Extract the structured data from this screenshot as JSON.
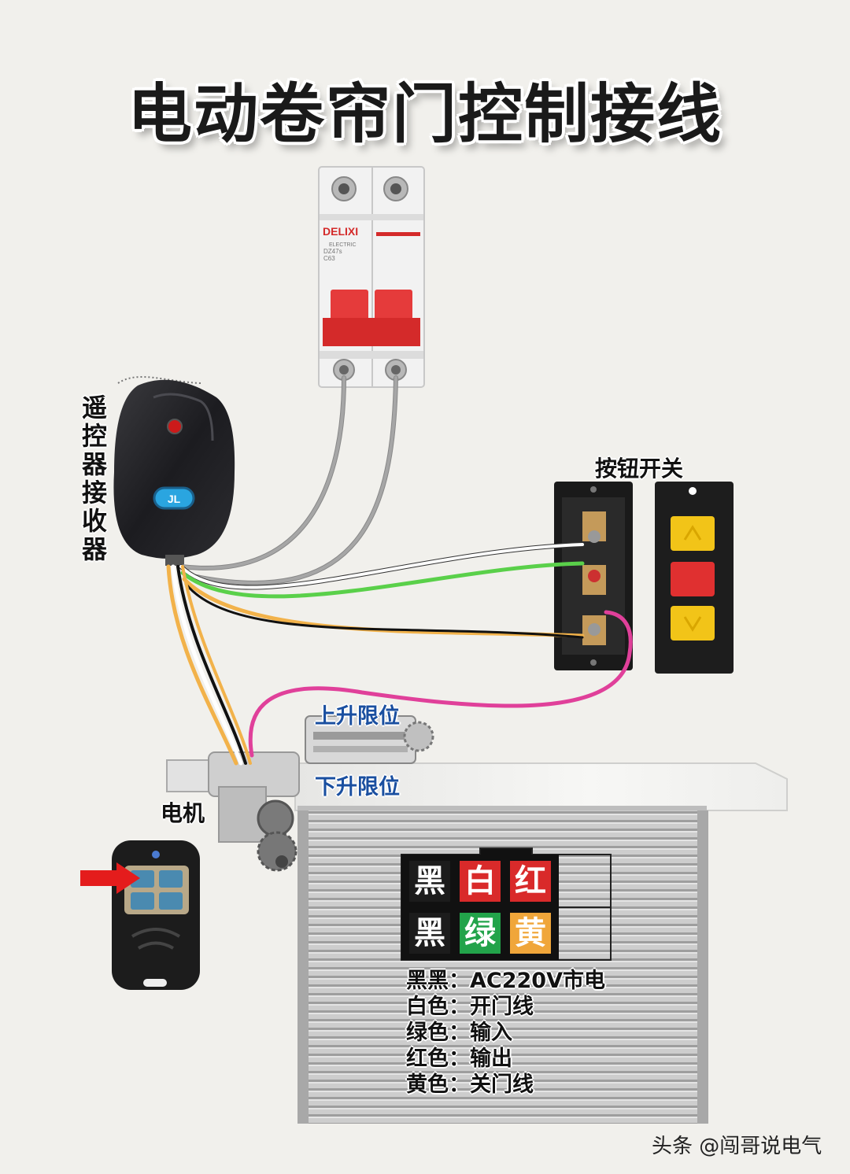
{
  "title": "电动卷帘门控制接线",
  "labels": {
    "receiver": [
      "遥",
      "控",
      "器",
      "接",
      "收",
      "器"
    ],
    "button_switch": "按钮开关",
    "upper_limit": "上升限位",
    "lower_limit": "下升限位",
    "motor": "电机"
  },
  "breaker": {
    "brand": "DELIXI",
    "sub": "ELECTRIC",
    "model": "DZ47s",
    "rating": "C63"
  },
  "receiver_badge": "JL",
  "color_grid": {
    "row1": [
      {
        "text": "黑",
        "color": "#1c1c1c"
      },
      {
        "text": "白",
        "color": "#d92a2a"
      },
      {
        "text": "红",
        "color": "#d92a2a"
      }
    ],
    "row2": [
      {
        "text": "黑",
        "color": "#1c1c1c"
      },
      {
        "text": "绿",
        "color": "#22a34a"
      },
      {
        "text": "黄",
        "color": "#f0a63a"
      }
    ]
  },
  "legend": [
    "黑黑：AC220V市电",
    "白色：开门线",
    "绿色：输入",
    "红色：输出",
    "黄色：关门线"
  ],
  "watermark": "头条 @闯哥说电气",
  "wire_colors": {
    "gray": "#9a9a9a",
    "white": "#ffffff",
    "green": "#5ad04a",
    "black": "#111111",
    "yellow": "#f2b24a",
    "pink": "#e0409a"
  }
}
